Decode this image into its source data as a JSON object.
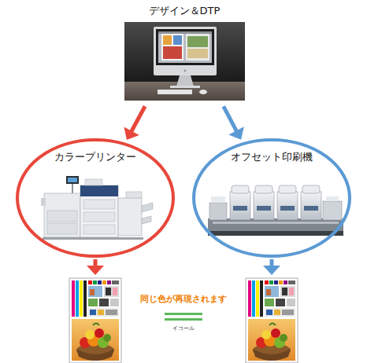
{
  "diagram": {
    "nodes": [
      {
        "text": [
          "デザイン＆DTP"
        ]
      },
      {
        "text": [
          "カラープリンター"
        ]
      },
      {
        "text": [
          "オフセット印刷機"
        ]
      }
    ],
    "edges": [
      {
        "from": 0,
        "to": 1,
        "arrow": "to"
      },
      {
        "from": 0,
        "to": 2,
        "arrow": "to"
      }
    ],
    "labels": [
      "同じ色が再現されます",
      "イコール"
    ]
  }
}
